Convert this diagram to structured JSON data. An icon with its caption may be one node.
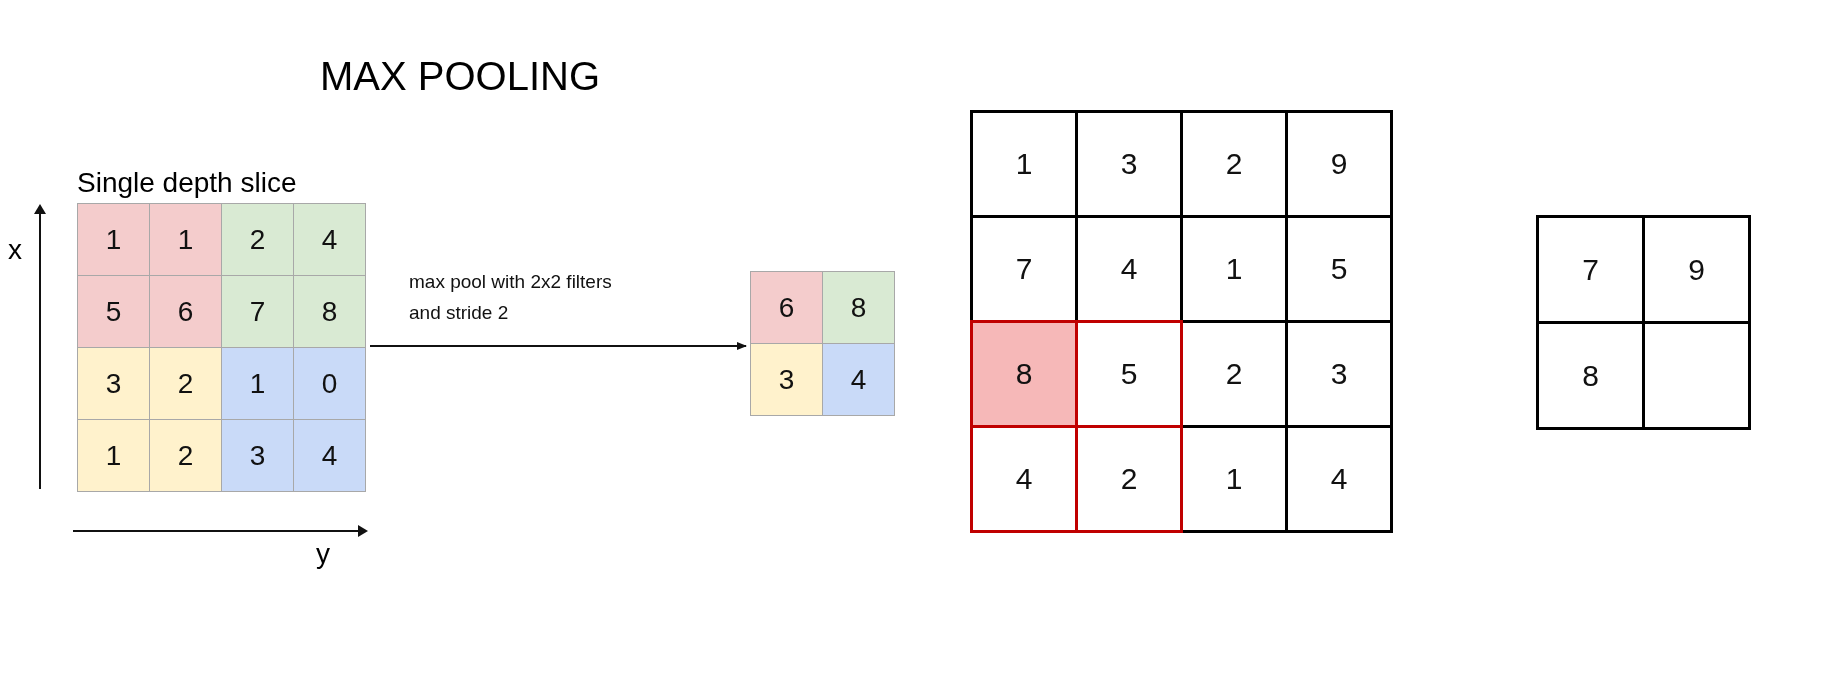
{
  "diagram": {
    "title": "MAX POOLING",
    "nodes": [
      {
        "text": [
          "Single depth slice"
        ]
      },
      {
        "text": [
          "1"
        ],
        "in": 0
      },
      {
        "text": [
          "1"
        ],
        "in": 0
      },
      {
        "text": [
          "2"
        ],
        "in": 0
      },
      {
        "text": [
          "4"
        ],
        "in": 0
      },
      {
        "text": [
          "5"
        ],
        "in": 0
      },
      {
        "text": [
          "6"
        ],
        "in": 0
      },
      {
        "text": [
          "7"
        ],
        "in": 0
      },
      {
        "text": [
          "8"
        ],
        "in": 0
      },
      {
        "text": [
          "3"
        ],
        "in": 0
      },
      {
        "text": [
          "2"
        ],
        "in": 0
      },
      {
        "text": [
          "1"
        ],
        "in": 0
      },
      {
        "text": [
          "0"
        ],
        "in": 0
      },
      {
        "text": [
          "1"
        ],
        "in": 0
      },
      {
        "text": [
          "2"
        ],
        "in": 0
      },
      {
        "text": [
          "3"
        ],
        "in": 0
      },
      {
        "text": [
          "4"
        ],
        "in": 0
      },
      {
        "text": [],
        "shape": "box"
      },
      {
        "text": [
          "6"
        ],
        "in": 17
      },
      {
        "text": [
          "8"
        ],
        "in": 17
      },
      {
        "text": [
          "3"
        ],
        "in": 17
      },
      {
        "text": [
          "4"
        ],
        "in": 17
      },
      {
        "text": [],
        "shape": "box"
      },
      {
        "text": [
          "1"
        ],
        "in": 22
      },
      {
        "text": [
          "3"
        ],
        "in": 22
      },
      {
        "text": [
          "2"
        ],
        "in": 22
      },
      {
        "text": [
          "9"
        ],
        "in": 22
      },
      {
        "text": [
          "7"
        ],
        "in": 22
      },
      {
        "text": [
          "4"
        ],
        "in": 22
      },
      {
        "text": [
          "1"
        ],
        "in": 22
      },
      {
        "text": [
          "5"
        ],
        "in": 22
      },
      {
        "text": [
          "8"
        ],
        "in": 22
      },
      {
        "text": [
          "5"
        ],
        "in": 22
      },
      {
        "text": [
          "2"
        ],
        "in": 22
      },
      {
        "text": [
          "3"
        ],
        "in": 22
      },
      {
        "text": [
          "4"
        ],
        "in": 22
      },
      {
        "text": [
          "2"
        ],
        "in": 22
      },
      {
        "text": [
          "1"
        ],
        "in": 22
      },
      {
        "text": [
          "4"
        ],
        "in": 22
      },
      {
        "text": [],
        "shape": "box"
      },
      {
        "text": [
          "7"
        ],
        "in": 39
      },
      {
        "text": [
          "9"
        ],
        "in": 39
      },
      {
        "text": [
          "8"
        ],
        "in": 39
      },
      {
        "text": [],
        "shape": "box",
        "in": 39
      }
    ],
    "edges": [
      {
        "from": 0,
        "to": 17,
        "arrow": "to",
        "label": "max pool with 2x2 filters and stride 2"
      }
    ],
    "labels": [
      "x",
      "y"
    ]
  }
}
